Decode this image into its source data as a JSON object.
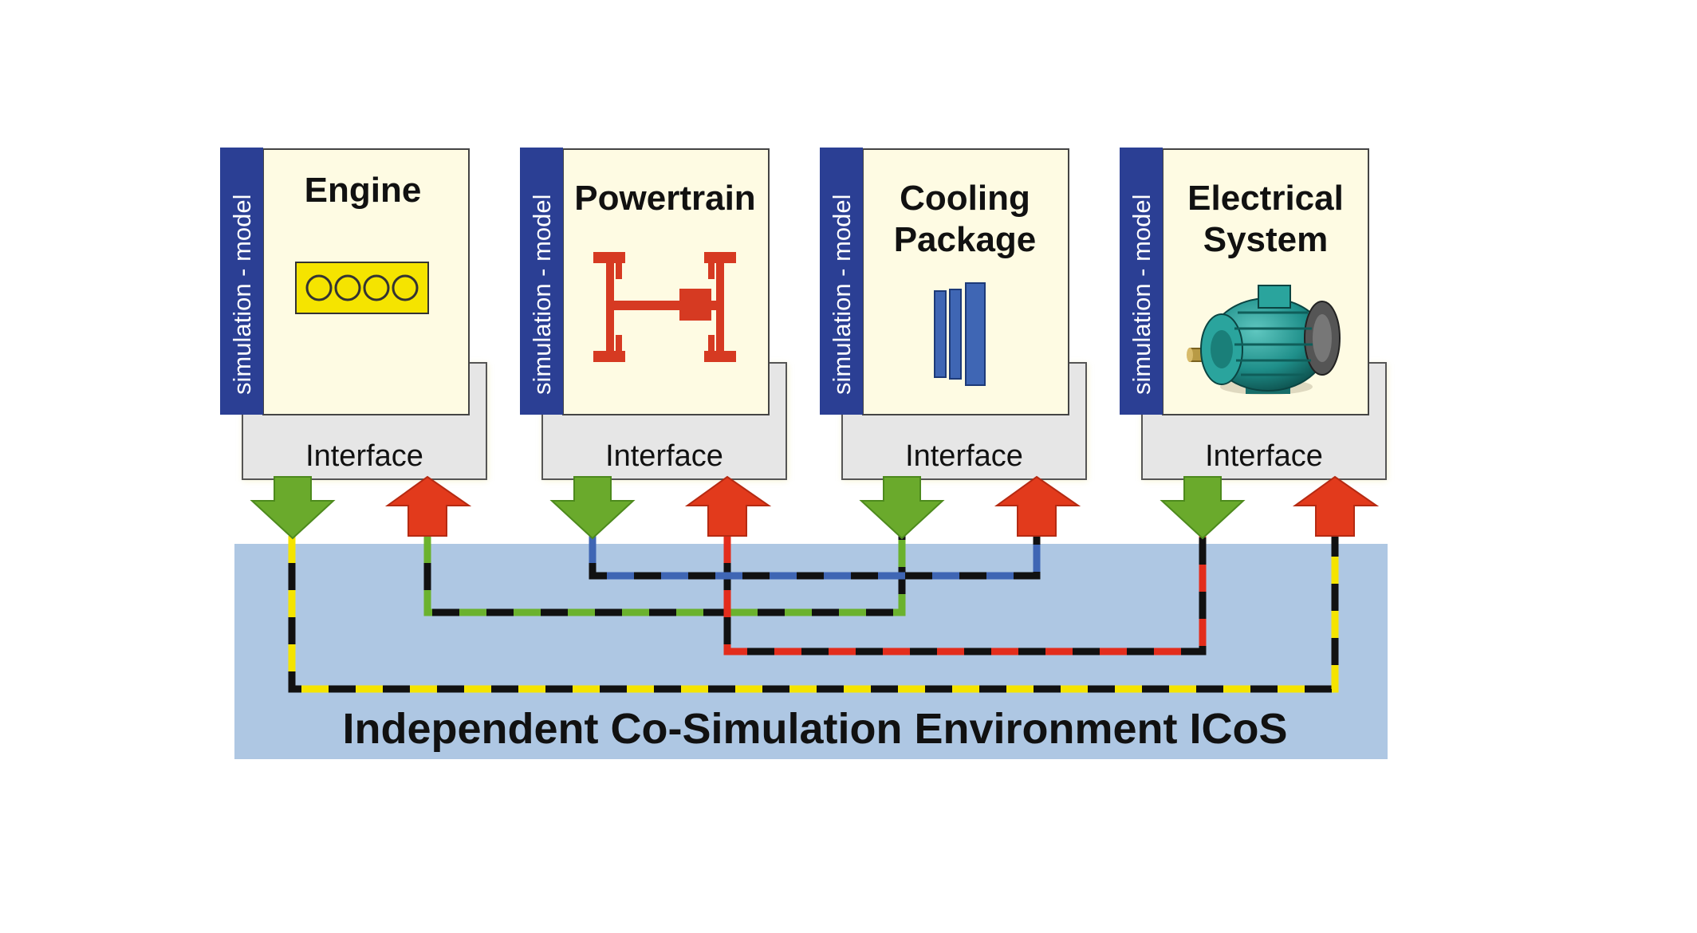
{
  "environment": {
    "label": "Independent Co-Simulation Environment ICoS"
  },
  "modules": [
    {
      "title": [
        "Engine"
      ],
      "side_label": "simulation - model",
      "interface_label": "Interface",
      "icon": "engine-icon"
    },
    {
      "title": [
        "Powertrain"
      ],
      "side_label": "simulation - model",
      "interface_label": "Interface",
      "icon": "powertrain-icon"
    },
    {
      "title": [
        "Cooling",
        "Package"
      ],
      "side_label": "simulation - model",
      "interface_label": "Interface",
      "icon": "cooling-package-icon"
    },
    {
      "title": [
        "Electrical",
        "System"
      ],
      "side_label": "simulation - model",
      "interface_label": "Interface",
      "icon": "electric-motor-icon"
    }
  ],
  "colors": {
    "environment_bg": "#aec7e3",
    "module_bg": "#fefbe3",
    "side_bar": "#2b3f94",
    "interface_bg": "#e6e6e6",
    "arrow_down": "#6aaa2c",
    "arrow_up": "#e23a1c",
    "bus_yellow": "#f5e400",
    "bus_green": "#6bb22e",
    "bus_blue": "#3f66b4",
    "bus_red": "#e32d1c",
    "bus_dash": "#111111"
  }
}
